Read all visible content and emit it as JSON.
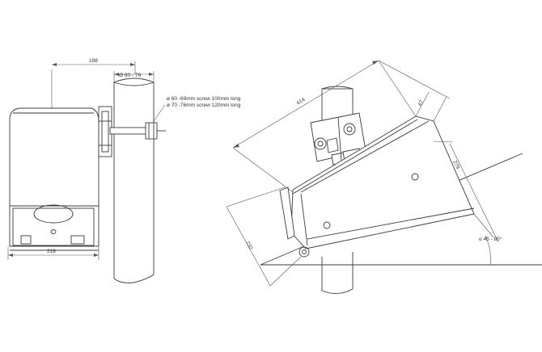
{
  "side_view": {
    "dim_width_top": "198",
    "dim_pipe_dia": "Ø 60 - 76",
    "dim_width_bottom": "218",
    "note_line1": "ø 60 -69mm screw 100mm long",
    "note_line2": "ø 70 -76mm screw 120mm long"
  },
  "tilted_view": {
    "dim_414": "414",
    "dim_47": "47",
    "dim_279": "279",
    "dim_232": "232",
    "angle_label": "α 45 - 85°"
  }
}
